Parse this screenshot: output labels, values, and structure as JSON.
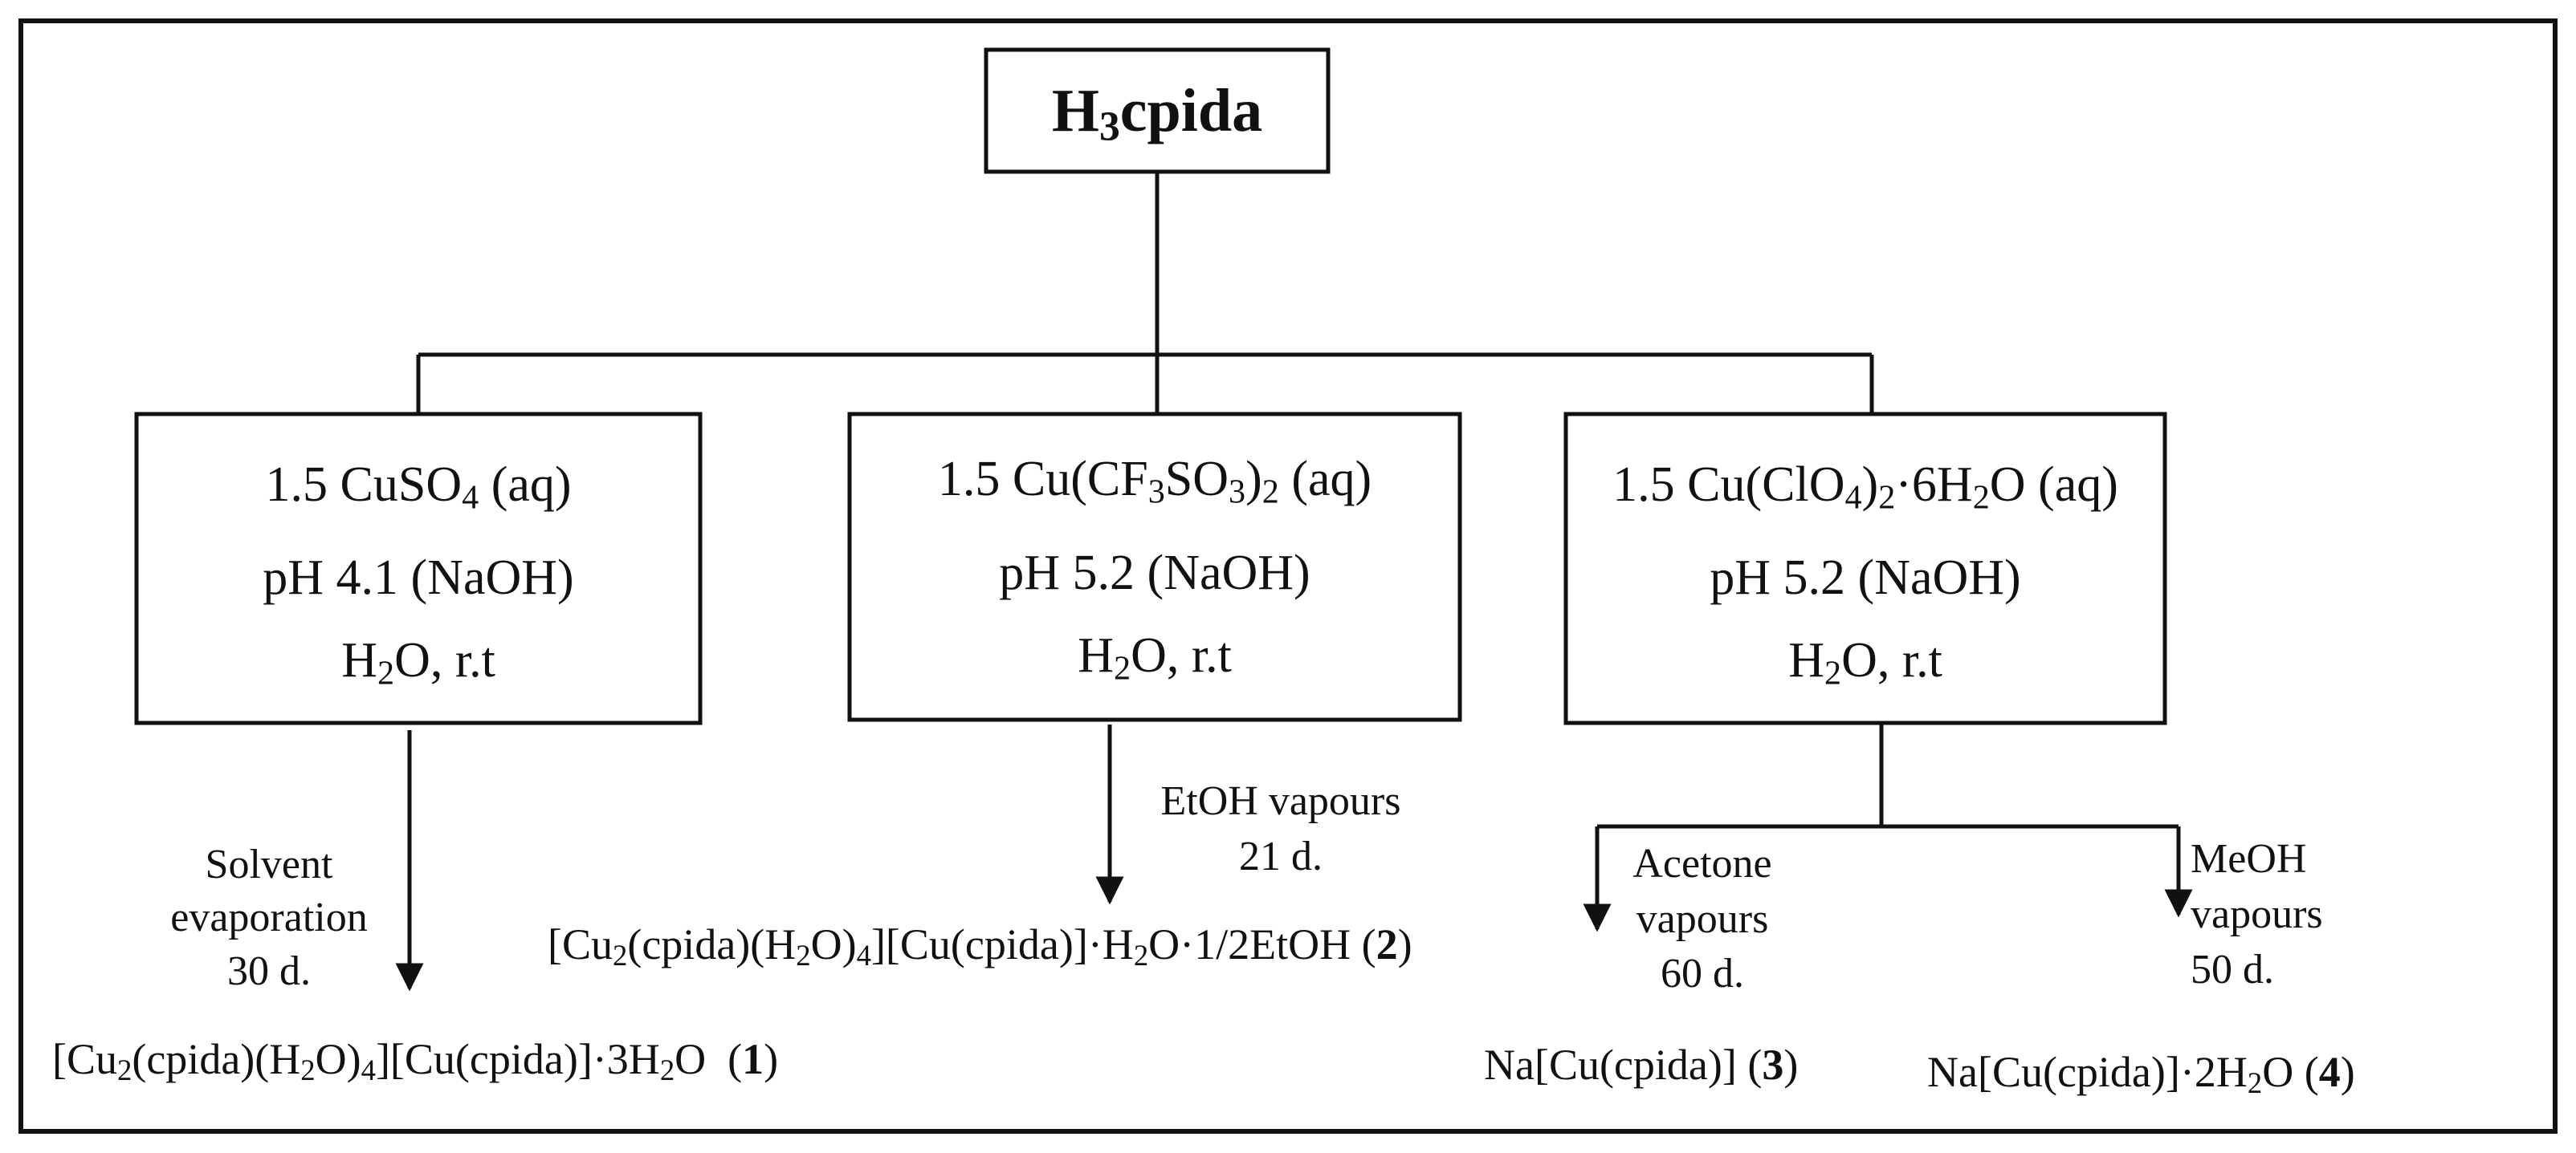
{
  "root": {
    "title": "H₃cpida"
  },
  "branches": [
    {
      "lines": [
        "1.5 CuSO₄ (aq)",
        "pH 4.1 (NaOH)",
        "H₂O, r.t"
      ],
      "conditions": [
        {
          "lines": [
            "Solvent",
            "evaporation",
            "30 d."
          ],
          "product": "[Cu₂(cpida)(H₂O)₄][Cu(cpida)]·3H₂O",
          "number": "1"
        }
      ]
    },
    {
      "lines": [
        "1.5 Cu(CF₃SO₃)₂ (aq)",
        "pH 5.2 (NaOH)",
        "H₂O, r.t"
      ],
      "conditions": [
        {
          "lines": [
            "EtOH vapours",
            "21 d."
          ],
          "product": "[Cu₂(cpida)(H₂O)₄][Cu(cpida)]·H₂O·1/2EtOH",
          "number": "2"
        }
      ]
    },
    {
      "lines": [
        "1.5 Cu(ClO₄)₂·6H₂O (aq)",
        "pH 5.2 (NaOH)",
        "H₂O, r.t"
      ],
      "conditions": [
        {
          "lines": [
            "Acetone",
            "vapours",
            "60 d."
          ],
          "product": "Na[Cu(cpida)]",
          "number": "3"
        },
        {
          "lines": [
            "MeOH",
            "vapours",
            "50 d."
          ],
          "product": "Na[Cu(cpida)]·2H₂O",
          "number": "4"
        }
      ]
    }
  ]
}
